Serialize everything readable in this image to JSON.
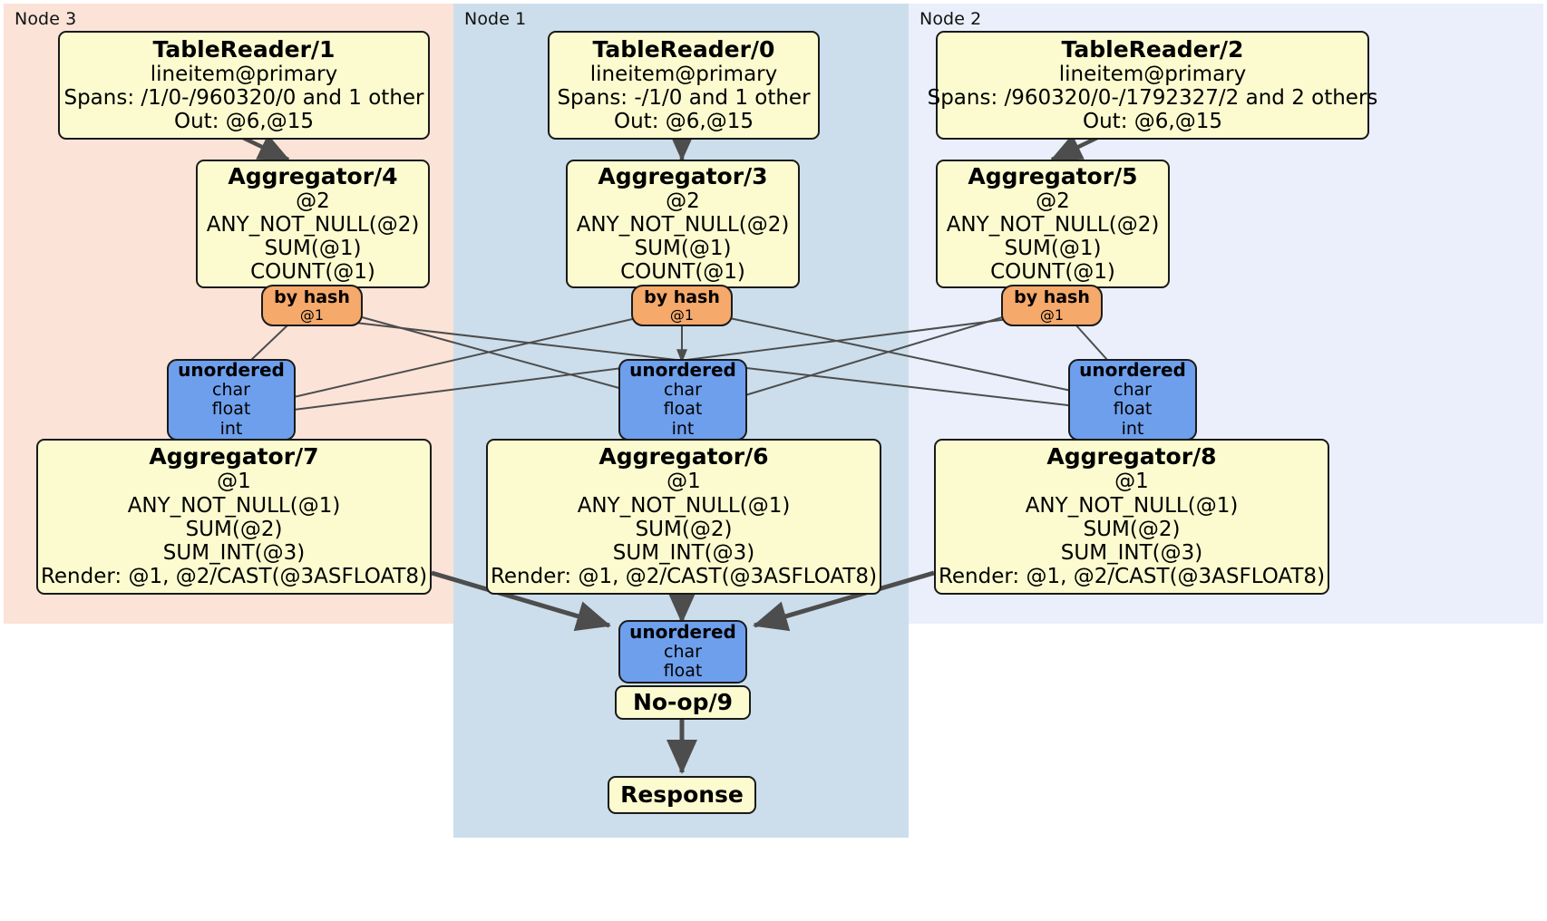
{
  "diagram": {
    "title": "Distributed query physical plan",
    "colors": {
      "node3_panel": "#fbe3d8",
      "node1_panel": "#ccdeeb",
      "node2_panel": "#eaeffb",
      "processor_fill": "#fbfbcf",
      "router_fill": "#f5a96b",
      "synchronizer_fill": "#6e9fec",
      "edge": "#4d4d4d",
      "border": "#1a1a1a"
    }
  },
  "nodes": [
    {
      "id": "node3",
      "label": "Node 3"
    },
    {
      "id": "node1",
      "label": "Node 1"
    },
    {
      "id": "node2",
      "label": "Node 2"
    }
  ],
  "processors": {
    "table_reader_1": {
      "title": "TableReader/1",
      "lines": [
        "lineitem@primary",
        "Spans: /1/0-/960320/0 and 1 other",
        "Out: @6,@15"
      ]
    },
    "table_reader_0": {
      "title": "TableReader/0",
      "lines": [
        "lineitem@primary",
        "Spans: -/1/0 and 1 other",
        "Out: @6,@15"
      ]
    },
    "table_reader_2": {
      "title": "TableReader/2",
      "lines": [
        "lineitem@primary",
        "Spans: /960320/0-/1792327/2 and 2 others",
        "Out: @6,@15"
      ]
    },
    "aggregator_4": {
      "title": "Aggregator/4",
      "lines": [
        "@2",
        "ANY_NOT_NULL(@2)",
        "SUM(@1)",
        "COUNT(@1)"
      ]
    },
    "aggregator_3": {
      "title": "Aggregator/3",
      "lines": [
        "@2",
        "ANY_NOT_NULL(@2)",
        "SUM(@1)",
        "COUNT(@1)"
      ]
    },
    "aggregator_5": {
      "title": "Aggregator/5",
      "lines": [
        "@2",
        "ANY_NOT_NULL(@2)",
        "SUM(@1)",
        "COUNT(@1)"
      ]
    },
    "aggregator_7": {
      "title": "Aggregator/7",
      "lines": [
        "@1",
        "ANY_NOT_NULL(@1)",
        "SUM(@2)",
        "SUM_INT(@3)",
        "Render: @1, @2/CAST(@3ASFLOAT8)"
      ]
    },
    "aggregator_6": {
      "title": "Aggregator/6",
      "lines": [
        "@1",
        "ANY_NOT_NULL(@1)",
        "SUM(@2)",
        "SUM_INT(@3)",
        "Render: @1, @2/CAST(@3ASFLOAT8)"
      ]
    },
    "aggregator_8": {
      "title": "Aggregator/8",
      "lines": [
        "@1",
        "ANY_NOT_NULL(@1)",
        "SUM(@2)",
        "SUM_INT(@3)",
        "Render: @1, @2/CAST(@3ASFLOAT8)"
      ]
    },
    "noop_9": {
      "title": "No-op/9",
      "lines": []
    },
    "response": {
      "title": "Response",
      "lines": []
    }
  },
  "routers": {
    "by_hash_left": {
      "title": "by hash",
      "lines": [
        "@1"
      ]
    },
    "by_hash_center": {
      "title": "by hash",
      "lines": [
        "@1"
      ]
    },
    "by_hash_right": {
      "title": "by hash",
      "lines": [
        "@1"
      ]
    }
  },
  "synchronizers": {
    "unordered_left": {
      "title": "unordered",
      "lines": [
        "char",
        "float",
        "int"
      ]
    },
    "unordered_center": {
      "title": "unordered",
      "lines": [
        "char",
        "float",
        "int"
      ]
    },
    "unordered_right": {
      "title": "unordered",
      "lines": [
        "char",
        "float",
        "int"
      ]
    },
    "unordered_final": {
      "title": "unordered",
      "lines": [
        "char",
        "float"
      ]
    }
  }
}
